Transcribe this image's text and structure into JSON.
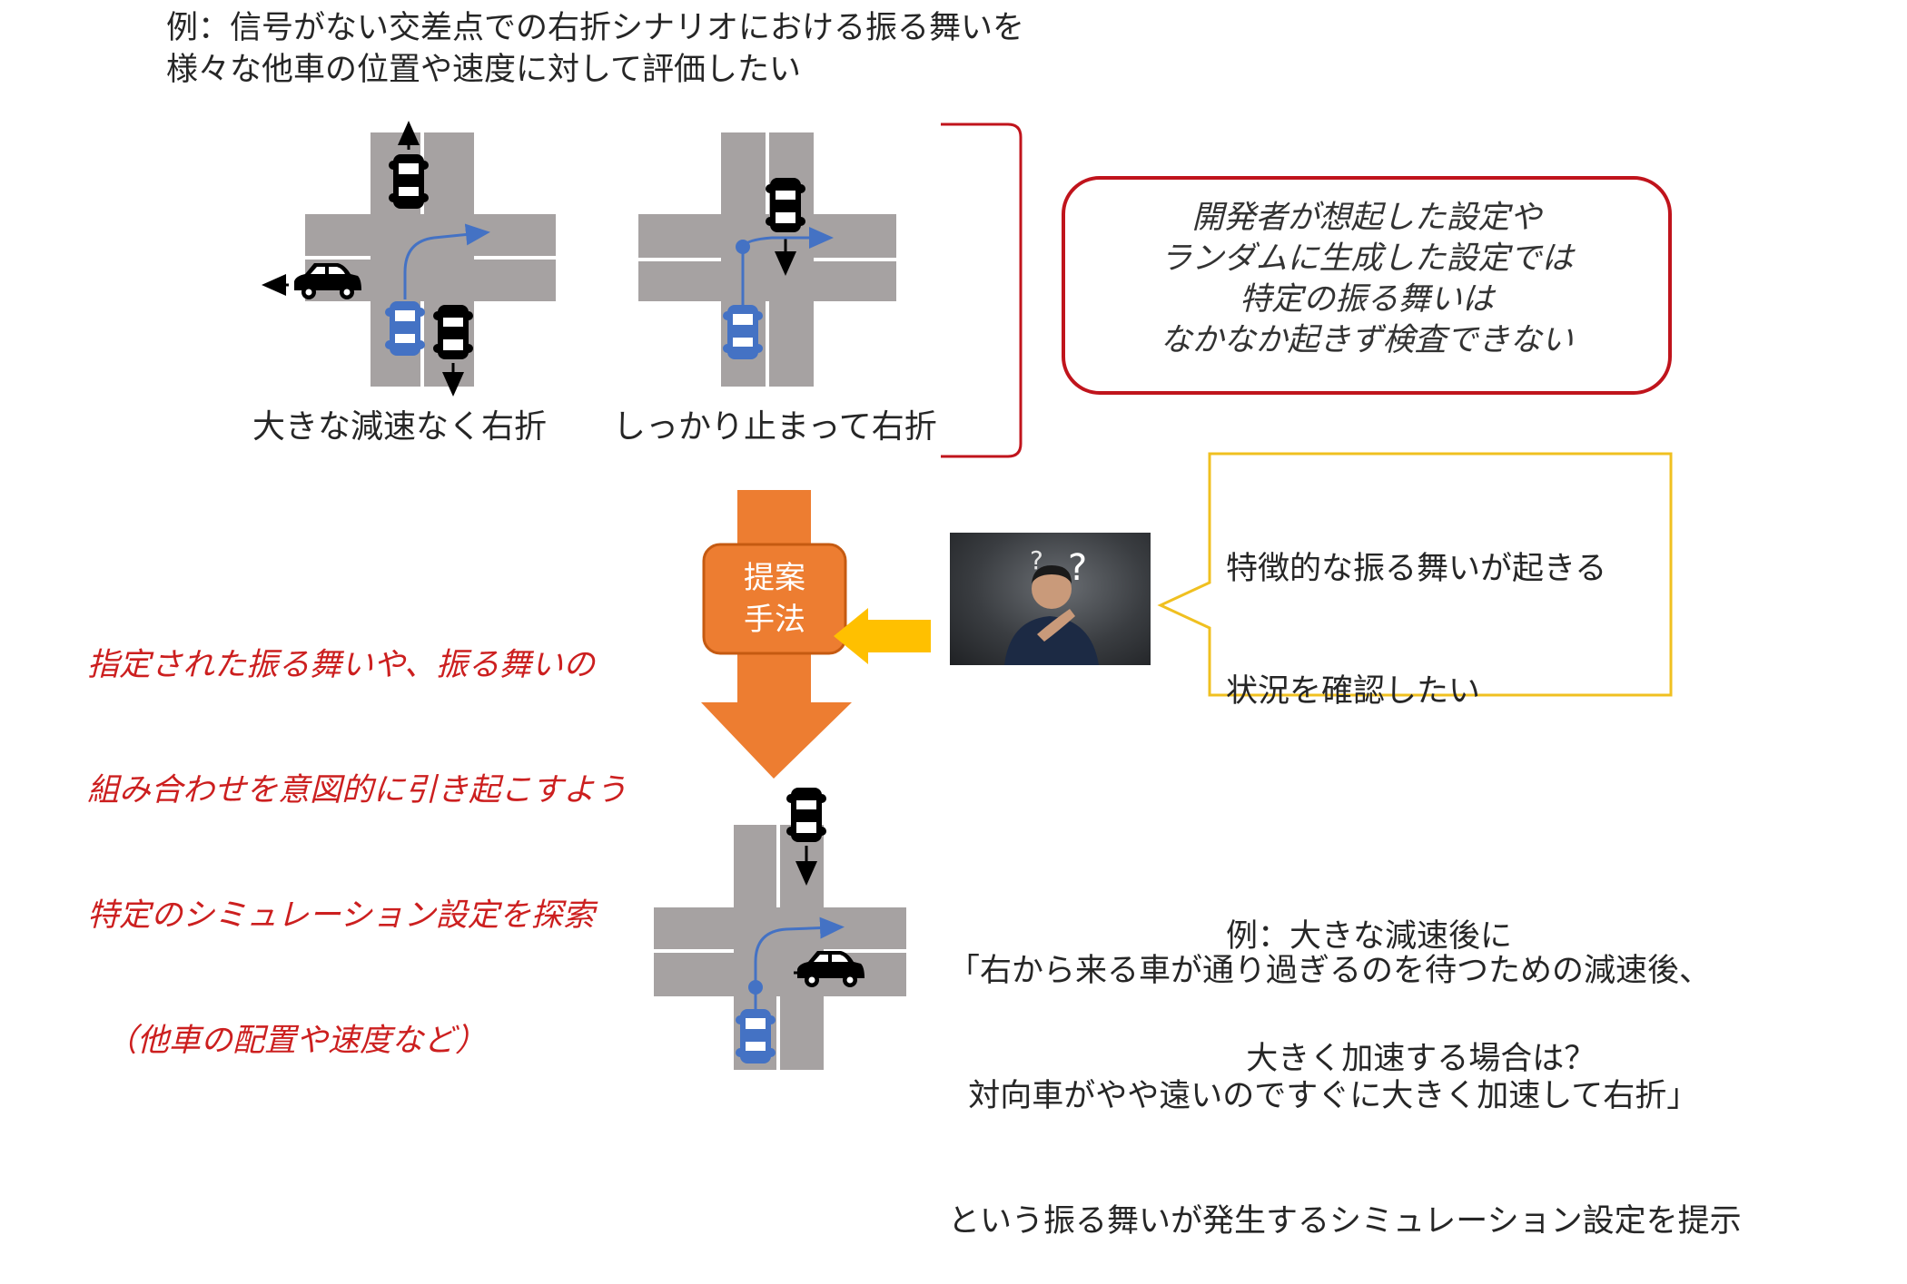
{
  "intro": {
    "line1": "例：信号がない交差点での右折シナリオにおける振る舞いを",
    "line2": "様々な他車の位置や速度に対して評価したい"
  },
  "scenarios": {
    "left_caption": "大きな減速なく右折",
    "right_caption": "しっかり止まって右折"
  },
  "problem_box": {
    "lines": [
      "開発者が想起した設定や",
      "ランダムに生成した設定では",
      "特定の振る舞いは",
      "なかなか起きず検査できない"
    ],
    "border_color": "#c0141c"
  },
  "method": {
    "label_line1": "提案",
    "label_line2": "手法",
    "arrow_color": "#ed7d31",
    "feed_arrow_color": "#ffc000"
  },
  "method_description": {
    "lines": [
      "指定された振る舞いや、振る舞いの",
      "組み合わせを意図的に引き起こすよう",
      "特定のシミュレーション設定を探索",
      "（他車の配置や速度など）"
    ]
  },
  "user_bubble": {
    "lines": [
      "特徴的な振る舞いが起きる",
      "状況を確認したい",
      "",
      "例：大きな減速後に",
      "  大きく加速する場合は？"
    ],
    "border_color": "#f0c020"
  },
  "result": {
    "lines": [
      "「右から来る車が通り過ぎるのを待つための減速後、",
      "  対向車がやや遠いのですぐに大きく加速して右折」",
      "という振る舞いが発生するシミュレーション設定を提示"
    ]
  },
  "colors": {
    "road": "#a6a2a2",
    "ego_car": "#4472c4",
    "other_car": "#000000",
    "text": "#262626"
  }
}
